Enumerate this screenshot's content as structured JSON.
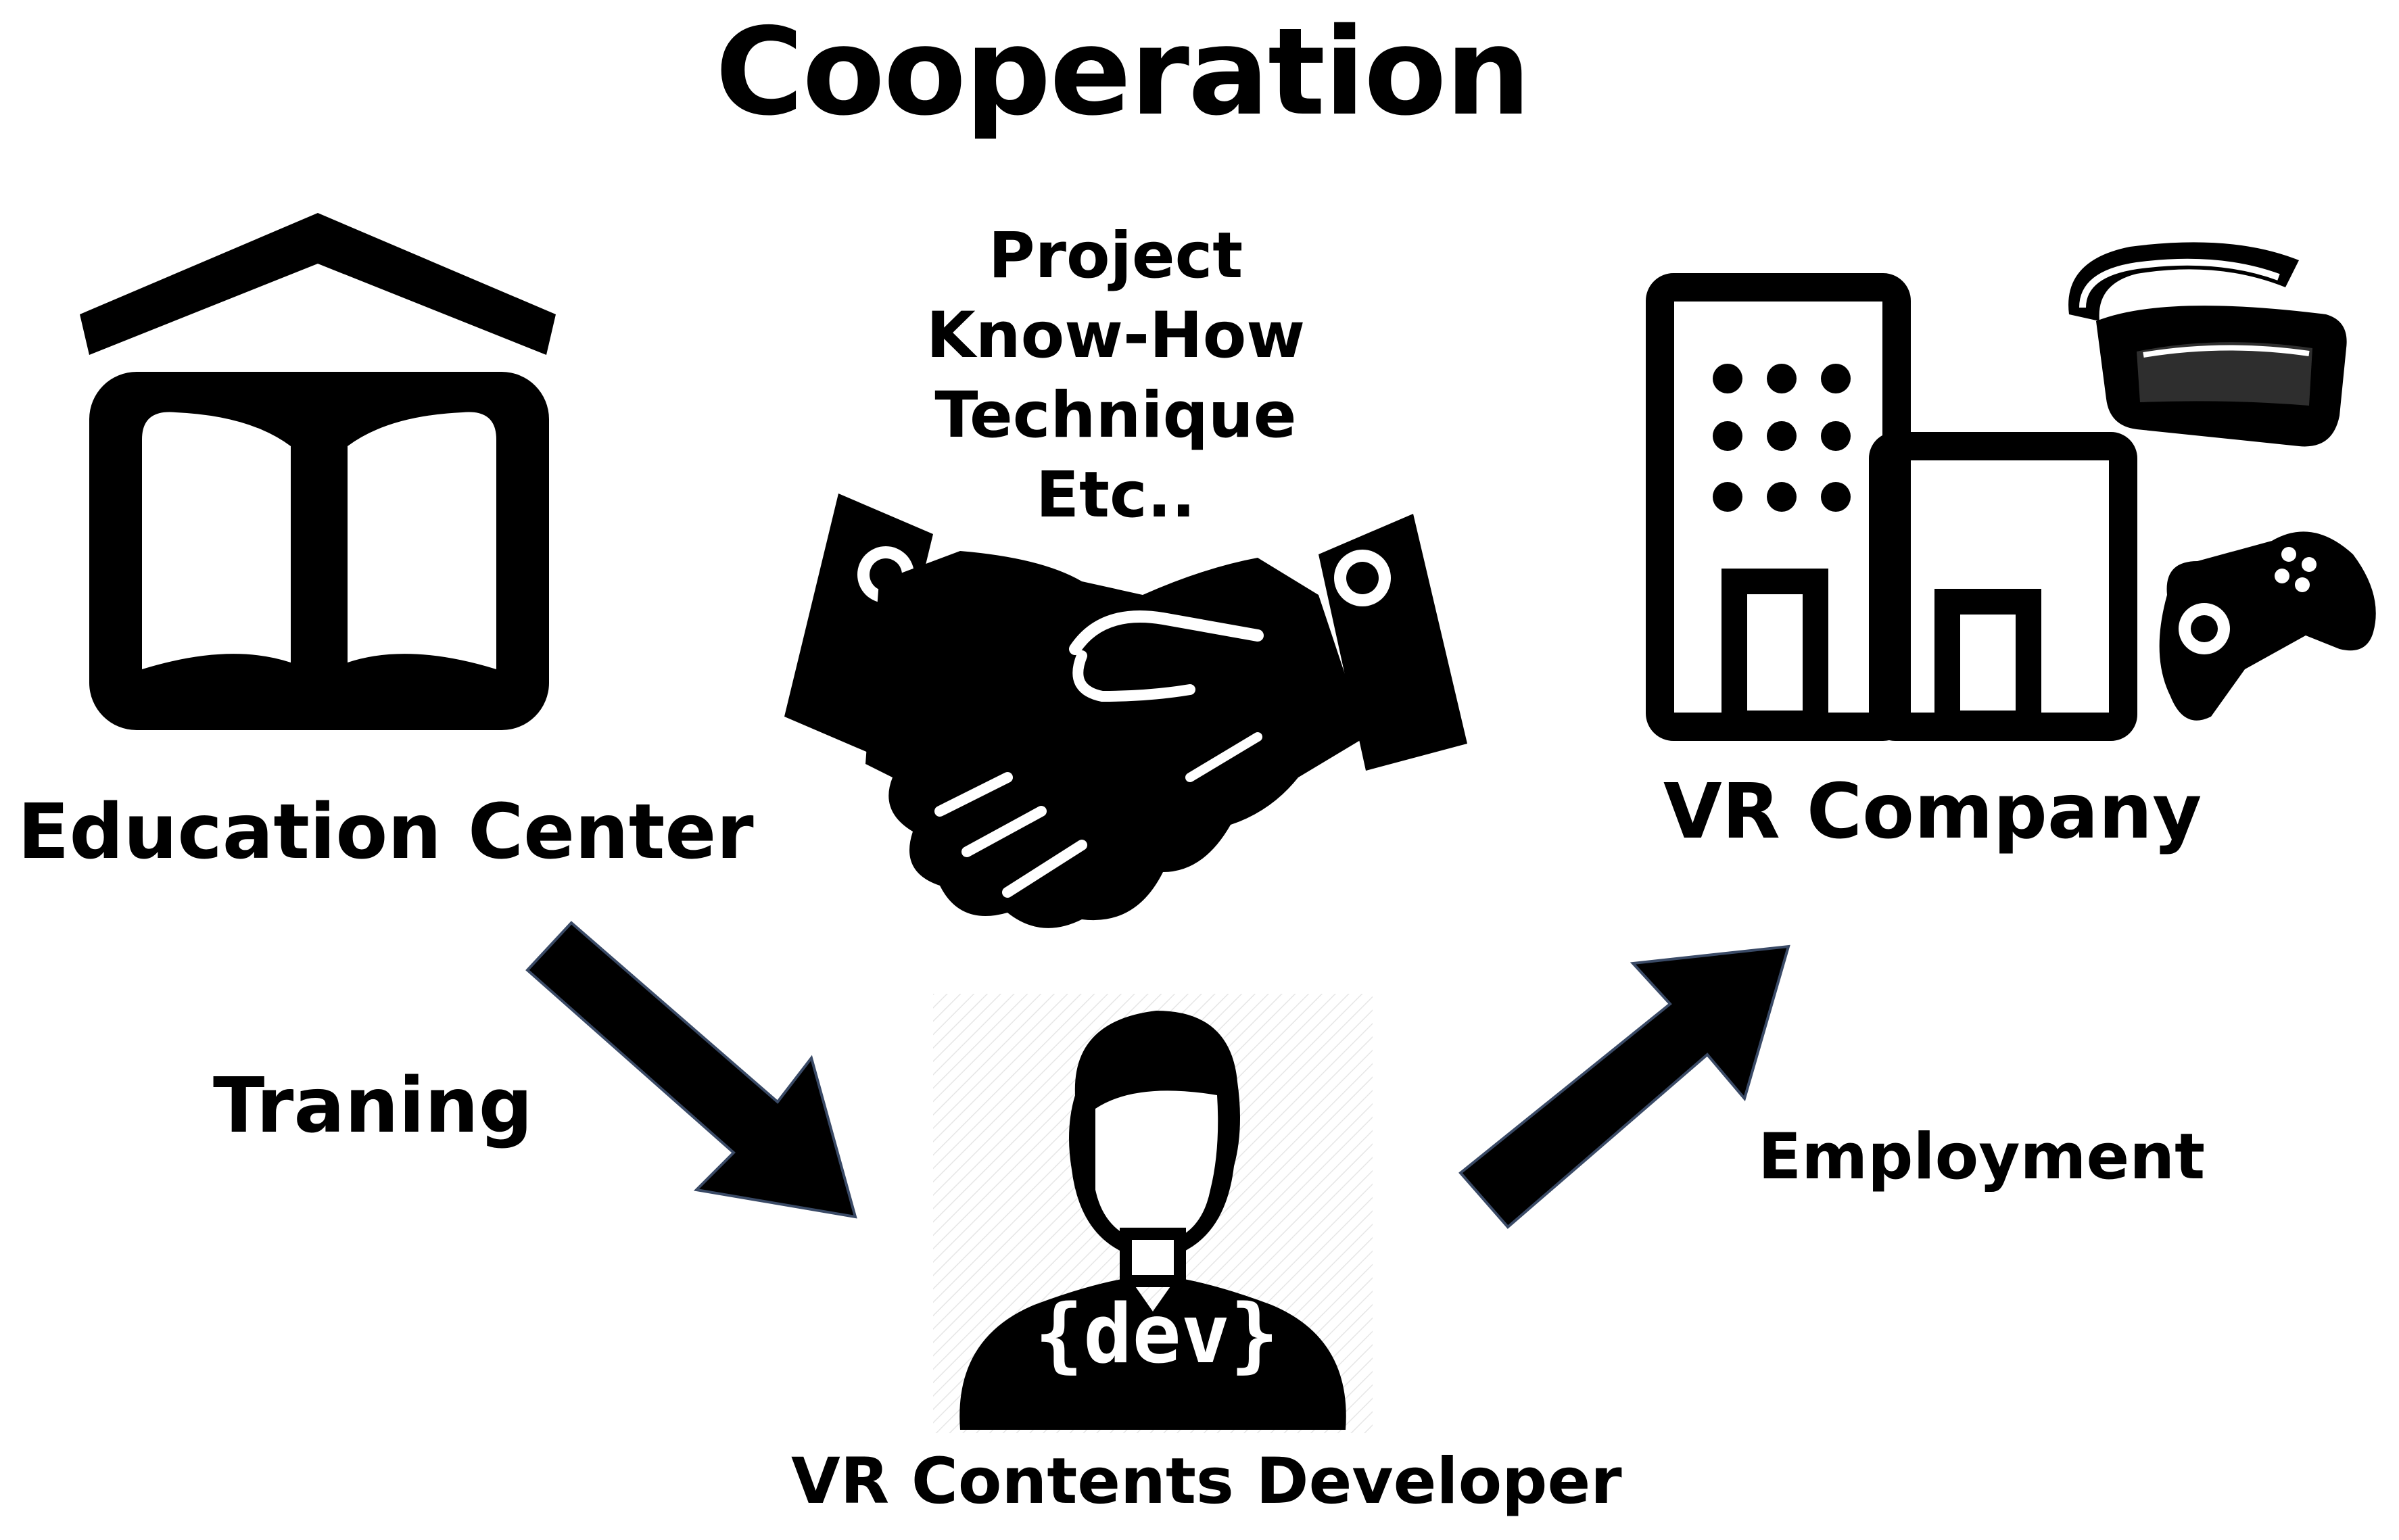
{
  "title": "Cooperation",
  "shared_items": [
    "Project",
    "Know-How",
    "Technique",
    "Etc.."
  ],
  "nodes": {
    "education_center": "Education Center",
    "vr_company": "VR Company",
    "developer": "VR Contents Developer",
    "developer_badge": "{dev}"
  },
  "edges": {
    "training": "Traning",
    "employment": "Employment"
  },
  "colors": {
    "ink": "#000000",
    "arrow_outline": "#3a4a66",
    "background": "#ffffff"
  }
}
